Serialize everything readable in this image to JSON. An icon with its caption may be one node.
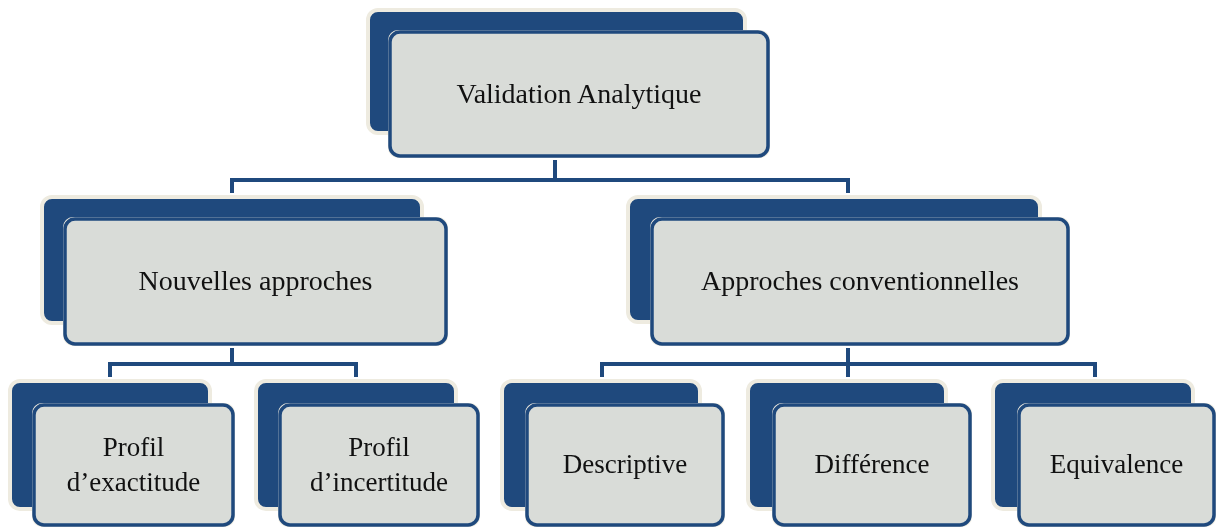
{
  "diagram": {
    "nodes": [
      {
        "text": [
          "Validation Analytique"
        ]
      },
      {
        "text": [
          "Nouvelles approches"
        ]
      },
      {
        "text": [
          "Approches conventionnelles"
        ]
      },
      {
        "text": [
          "Profil d’exactitude"
        ]
      },
      {
        "text": [
          "Profil d’incertitude"
        ]
      },
      {
        "text": [
          "Descriptive"
        ]
      },
      {
        "text": [
          "Différence"
        ]
      },
      {
        "text": [
          "Equivalence"
        ]
      }
    ],
    "edges": [
      {
        "from": 0,
        "to": 1,
        "arrow": "none"
      },
      {
        "from": 0,
        "to": 2,
        "arrow": "none"
      },
      {
        "from": 1,
        "to": 3,
        "arrow": "none"
      },
      {
        "from": 1,
        "to": 4,
        "arrow": "none"
      },
      {
        "from": 2,
        "to": 5,
        "arrow": "none"
      },
      {
        "from": 2,
        "to": 6,
        "arrow": "none"
      },
      {
        "from": 2,
        "to": 7,
        "arrow": "none"
      }
    ]
  }
}
